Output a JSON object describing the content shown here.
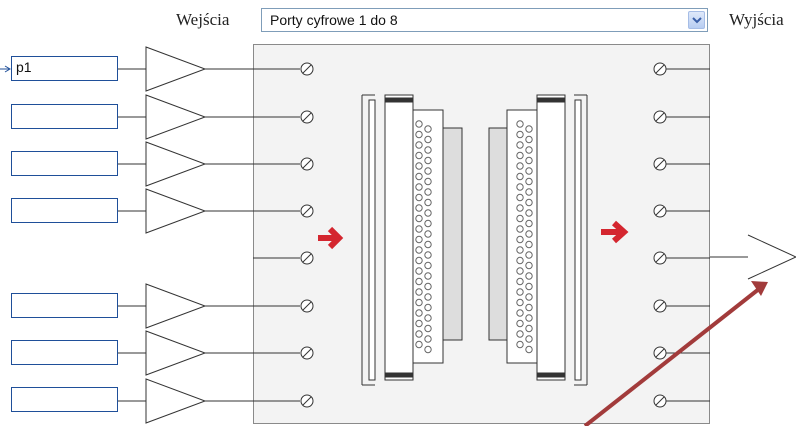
{
  "inputs_label": "Wejścia",
  "outputs_label": "Wyjścia",
  "port_select": {
    "value": "Porty cyfrowe 1 do 8"
  },
  "input_fields": [
    {
      "value": "p1"
    },
    {
      "value": ""
    },
    {
      "value": ""
    },
    {
      "value": ""
    },
    {
      "value": ""
    },
    {
      "value": ""
    },
    {
      "value": ""
    }
  ],
  "colors": {
    "arrow": "#d4262f",
    "field_border": "#1f4f99",
    "panel": "#f3f3f3",
    "annotation_arrow": "#a23b3b"
  }
}
